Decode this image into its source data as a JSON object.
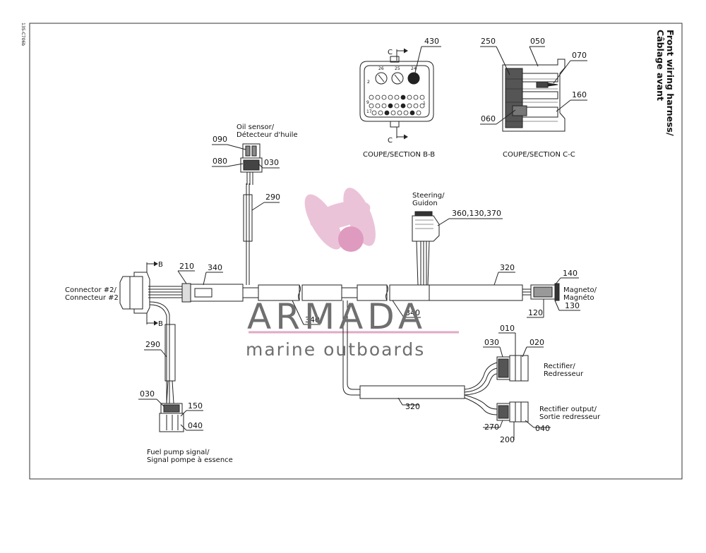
{
  "drawing_code": "13S-C706b",
  "title_line1": "Front wiring harness/",
  "title_line2": "Câblage avant",
  "sections": {
    "bb_caption": "COUPE/SECTION B-B",
    "cc_caption": "COUPE/SECTION C-C",
    "c_mark": "C",
    "b_mark": "B",
    "pin_26": "26",
    "pin_25": "25",
    "pin_24": "24",
    "pin_2": "2",
    "pin_1": "1",
    "pin_side_9": "9",
    "pin_side_17": "17"
  },
  "labels": {
    "oil_sensor_1": "Oil sensor/",
    "oil_sensor_2": "Détecteur d'huile",
    "steering_1": "Steering/",
    "steering_2": "Guidon",
    "connector_1": "Connector #2/",
    "connector_2": "Connecteur #2",
    "magneto_1": "Magneto/",
    "magneto_2": "Magnéto",
    "rectifier_1": "Rectifier/",
    "rectifier_2": "Redresseur",
    "rect_out_1": "Rectifier output/",
    "rect_out_2": "Sortie redresseur",
    "fuel_1": "Fuel pump signal/",
    "fuel_2": "Signal pompe à essence"
  },
  "part_numbers": {
    "p430": "430",
    "p250": "250",
    "p050": "050",
    "p070": "070",
    "p160": "160",
    "p060": "060",
    "p090": "090",
    "p080": "080",
    "p030_oil": "030",
    "p290_oil": "290",
    "p360": "360,130,370",
    "p210": "210",
    "p340_a": "340",
    "p340_b": "340",
    "p340_c": "340",
    "p320_a": "320",
    "p320_b": "320",
    "p140": "140",
    "p120": "120",
    "p130": "130",
    "p290_fuel": "290",
    "p030_fuel": "030",
    "p150": "150",
    "p040_fuel": "040",
    "p010": "010",
    "p020": "020",
    "p030_rect": "030",
    "p270": "270",
    "p200": "200",
    "p040_rect": "040"
  },
  "watermark": {
    "brand": "ARMADA",
    "tagline": "marine outboards",
    "color": "#e0a9c6"
  }
}
